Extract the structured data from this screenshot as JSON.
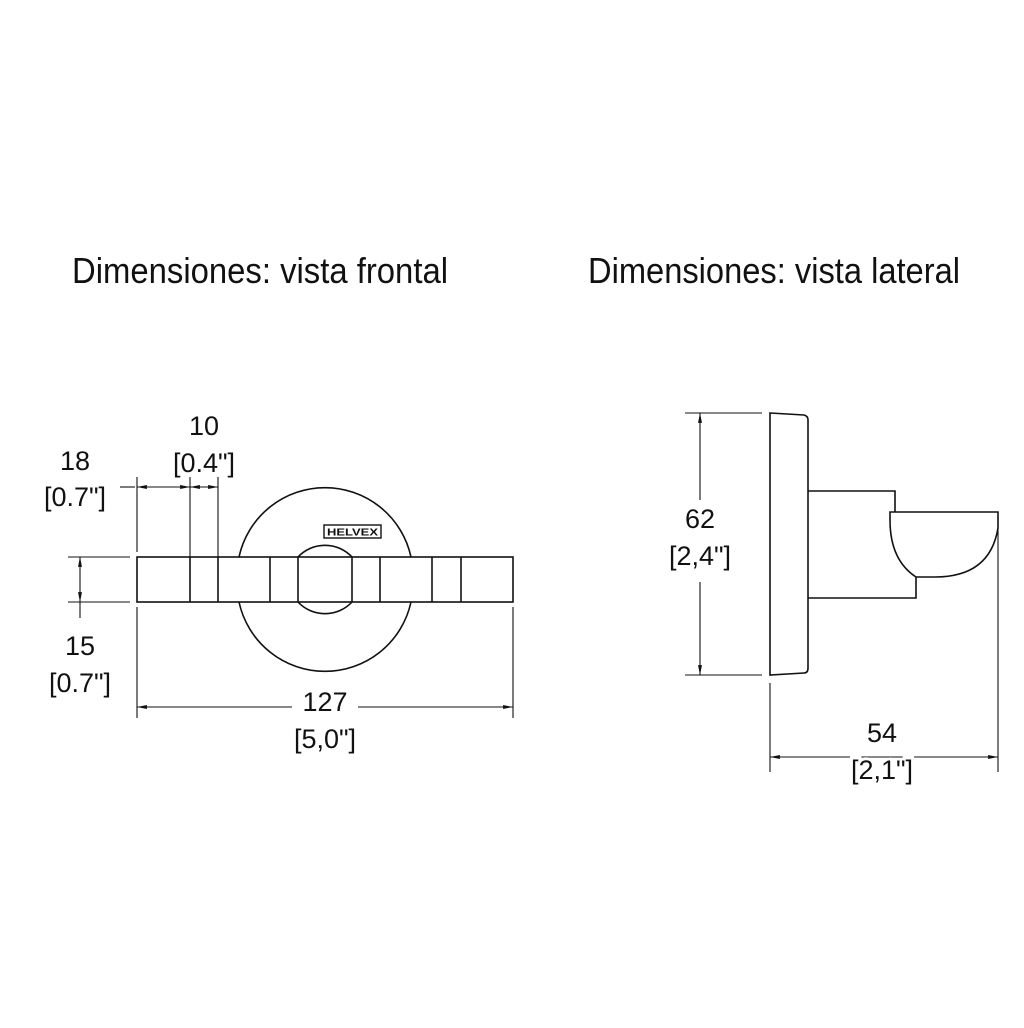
{
  "front_view": {
    "title": "Dimensiones: vista frontal",
    "brand_badge": "HELVEX",
    "dimensions": [
      {
        "value": "18",
        "imperial": "[0.7\"]"
      },
      {
        "value": "10",
        "imperial": "[0.4\"]"
      },
      {
        "value": "15",
        "imperial": "[0.7\"]"
      },
      {
        "value": "127",
        "imperial": "[5,0\"]"
      }
    ]
  },
  "side_view": {
    "title": "Dimensiones: vista lateral",
    "dimensions": [
      {
        "value": "62",
        "imperial": "[2,4\"]"
      },
      {
        "value": "54",
        "imperial": "[2,1\"]"
      }
    ]
  }
}
